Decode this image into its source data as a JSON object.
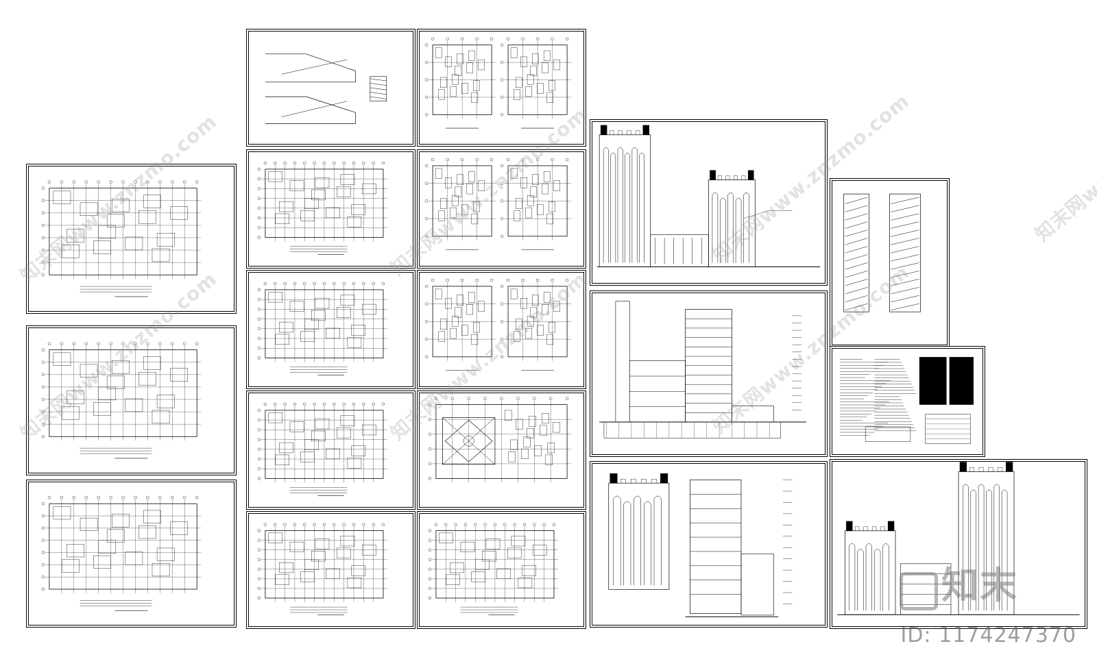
{
  "watermark": {
    "text": "知末网www.znzmo.com",
    "brand": "知末",
    "id_label": "ID: 1174247370",
    "color": "#969696"
  },
  "sheets": [
    {
      "id": "site-plan",
      "kind": "plan"
    },
    {
      "id": "basement-2",
      "kind": "plan"
    },
    {
      "id": "basement-1",
      "kind": "plan"
    },
    {
      "id": "ramp-section",
      "kind": "section"
    },
    {
      "id": "tower-plan-a",
      "kind": "tower-plan"
    },
    {
      "id": "floor-1",
      "kind": "plan"
    },
    {
      "id": "tower-plan-b",
      "kind": "tower-plan"
    },
    {
      "id": "floor-2",
      "kind": "plan"
    },
    {
      "id": "tower-plan-c",
      "kind": "tower-plan"
    },
    {
      "id": "floor-3",
      "kind": "plan"
    },
    {
      "id": "roof-plan",
      "kind": "roof"
    },
    {
      "id": "floor-4",
      "kind": "plan"
    },
    {
      "id": "floor-5",
      "kind": "plan"
    },
    {
      "id": "south-elevation",
      "kind": "elevation"
    },
    {
      "id": "section-1-1",
      "kind": "section"
    },
    {
      "id": "side-elevation",
      "kind": "elevation"
    },
    {
      "id": "stair-section",
      "kind": "stair"
    },
    {
      "id": "design-notes",
      "kind": "notes"
    },
    {
      "id": "north-elevation",
      "kind": "elevation"
    }
  ]
}
